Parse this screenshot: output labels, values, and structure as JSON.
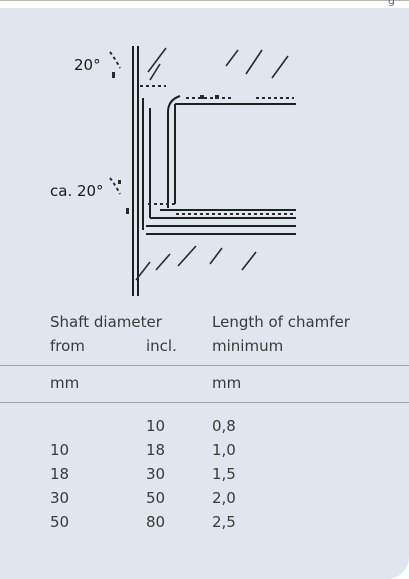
{
  "top_fragment": "g",
  "diagram": {
    "angle_top": "20°",
    "angle_bottom": "ca. 20°"
  },
  "table": {
    "header_group_1": "Shaft diameter",
    "header_group_2": "Length of chamfer",
    "sub_from": "from",
    "sub_incl": "incl.",
    "sub_min": "minimum",
    "unit_left": "mm",
    "unit_right": "mm",
    "rows": [
      {
        "from": "",
        "incl": "10",
        "min": "0,8"
      },
      {
        "from": "10",
        "incl": "18",
        "min": "1,0"
      },
      {
        "from": "18",
        "incl": "30",
        "min": "1,5"
      },
      {
        "from": "30",
        "incl": "50",
        "min": "2,0"
      },
      {
        "from": "50",
        "incl": "80",
        "min": "2,5"
      }
    ]
  }
}
